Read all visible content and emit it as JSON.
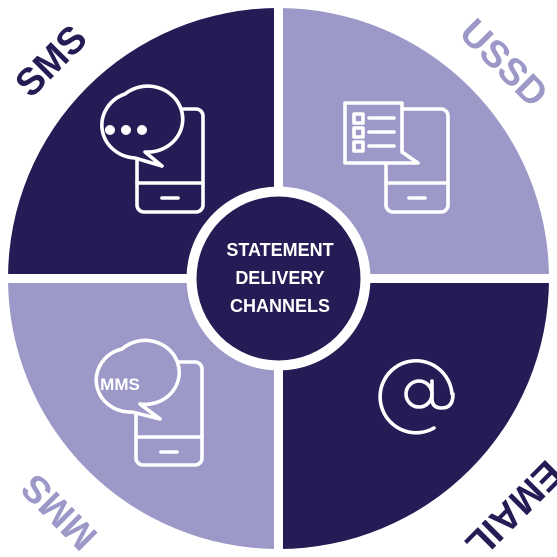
{
  "colors": {
    "dark": "#231c55",
    "light": "#9c98c7",
    "white": "#ffffff"
  },
  "center": {
    "line1": "STATEMENT",
    "line2": "DELIVERY",
    "line3": "CHANNELS"
  },
  "quadrants": {
    "sms": {
      "label": "SMS",
      "icon": "phone-chat-bubble-icon"
    },
    "ussd": {
      "label": "USSD",
      "icon": "phone-menu-list-icon"
    },
    "mms": {
      "label": "MMS",
      "bubble_text": "MMS",
      "icon": "phone-mms-bubble-icon"
    },
    "email": {
      "label": "EMAIL",
      "icon": "at-sign-icon"
    }
  }
}
